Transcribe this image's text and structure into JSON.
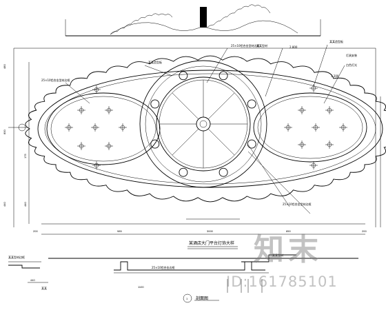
{
  "plan_title": "某酒店大门平台灯饰大样",
  "section_title": "剖面图",
  "section_number": "1",
  "watermark": {
    "logo": "知末",
    "id": "ID:161785101"
  },
  "callouts_left": [
    "某某造型板",
    "25×10铝合金型材边框",
    "某某型材"
  ],
  "callouts_right": [
    "2.800",
    "某某造型板",
    "灯具安装",
    "白色灯光",
    "3.200"
  ],
  "callouts_center": [
    "25×10铝合金型材边框",
    "25×10铝合金型材边框"
  ],
  "dims_bottom": [
    "200",
    "985",
    "3000",
    "850",
    "200"
  ],
  "dims_left": [
    "480",
    "800",
    "440",
    "175",
    "440"
  ],
  "section_notes": [
    "某某型材边框",
    "25×10铝合金边框",
    "某某",
    "某某型材",
    "1100",
    "440"
  ],
  "colors": {
    "line": "#000000",
    "watermark": "#8a8a8a"
  }
}
